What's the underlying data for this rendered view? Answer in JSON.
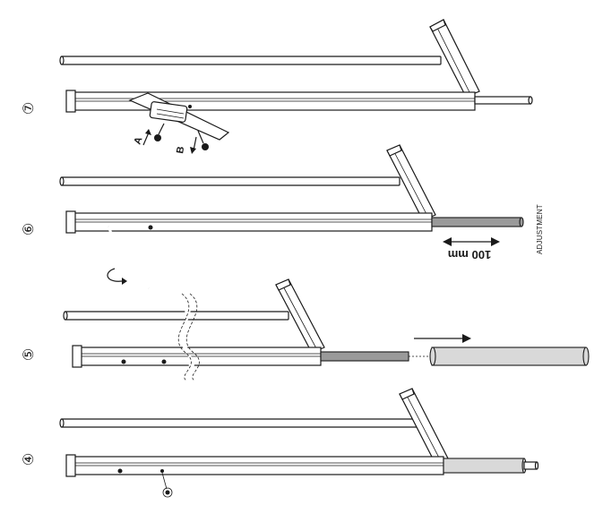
{
  "steps": [
    {
      "id": "step-7",
      "number": "⑦"
    },
    {
      "id": "step-6",
      "number": "⑥"
    },
    {
      "id": "step-5",
      "number": "⑤"
    },
    {
      "id": "step-4",
      "number": "④"
    }
  ],
  "labels": {
    "screw_a": "A",
    "screw_b": "B",
    "adjustment": "ADJUSTMENT",
    "distance": "100 mm"
  }
}
